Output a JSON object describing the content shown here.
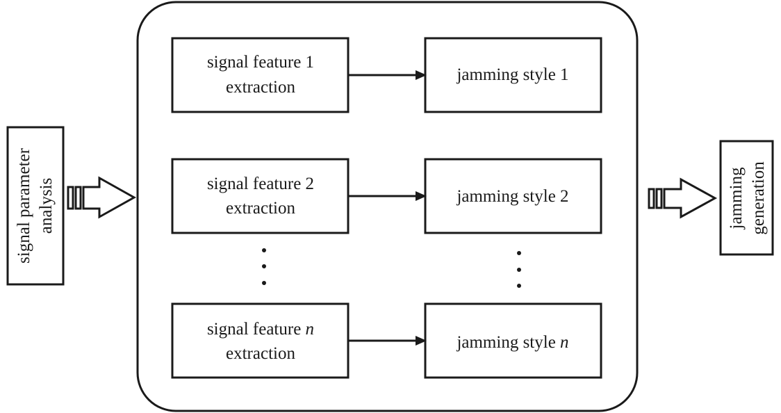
{
  "input": {
    "line1": "signal parameter",
    "line2": "analysis"
  },
  "output": {
    "line1": "jamming",
    "line2": "generation"
  },
  "features": [
    {
      "line1_text": "signal feature 1",
      "line1_var": "",
      "line2": "extraction"
    },
    {
      "line1_text": "signal feature 2",
      "line1_var": "",
      "line2": "extraction"
    },
    {
      "line1_text": "signal feature ",
      "line1_var": "n",
      "line2": "extraction"
    }
  ],
  "styles": [
    {
      "text": "jamming style 1",
      "var": ""
    },
    {
      "text": "jamming style 2",
      "var": ""
    },
    {
      "text": "jamming style ",
      "var": "n"
    }
  ],
  "ellipsis": "⋮"
}
